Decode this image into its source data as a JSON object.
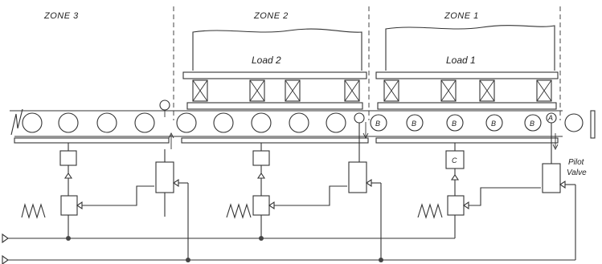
{
  "zones": [
    "ZONE 3",
    "ZONE 2",
    "ZONE 1"
  ],
  "loads": [
    "Load  2",
    "Load  1"
  ],
  "roller_tag_b": "B",
  "roller_tag_a": "A",
  "valve_tag_c": "C",
  "pilot_valve": [
    "Pilot",
    "Valve"
  ]
}
